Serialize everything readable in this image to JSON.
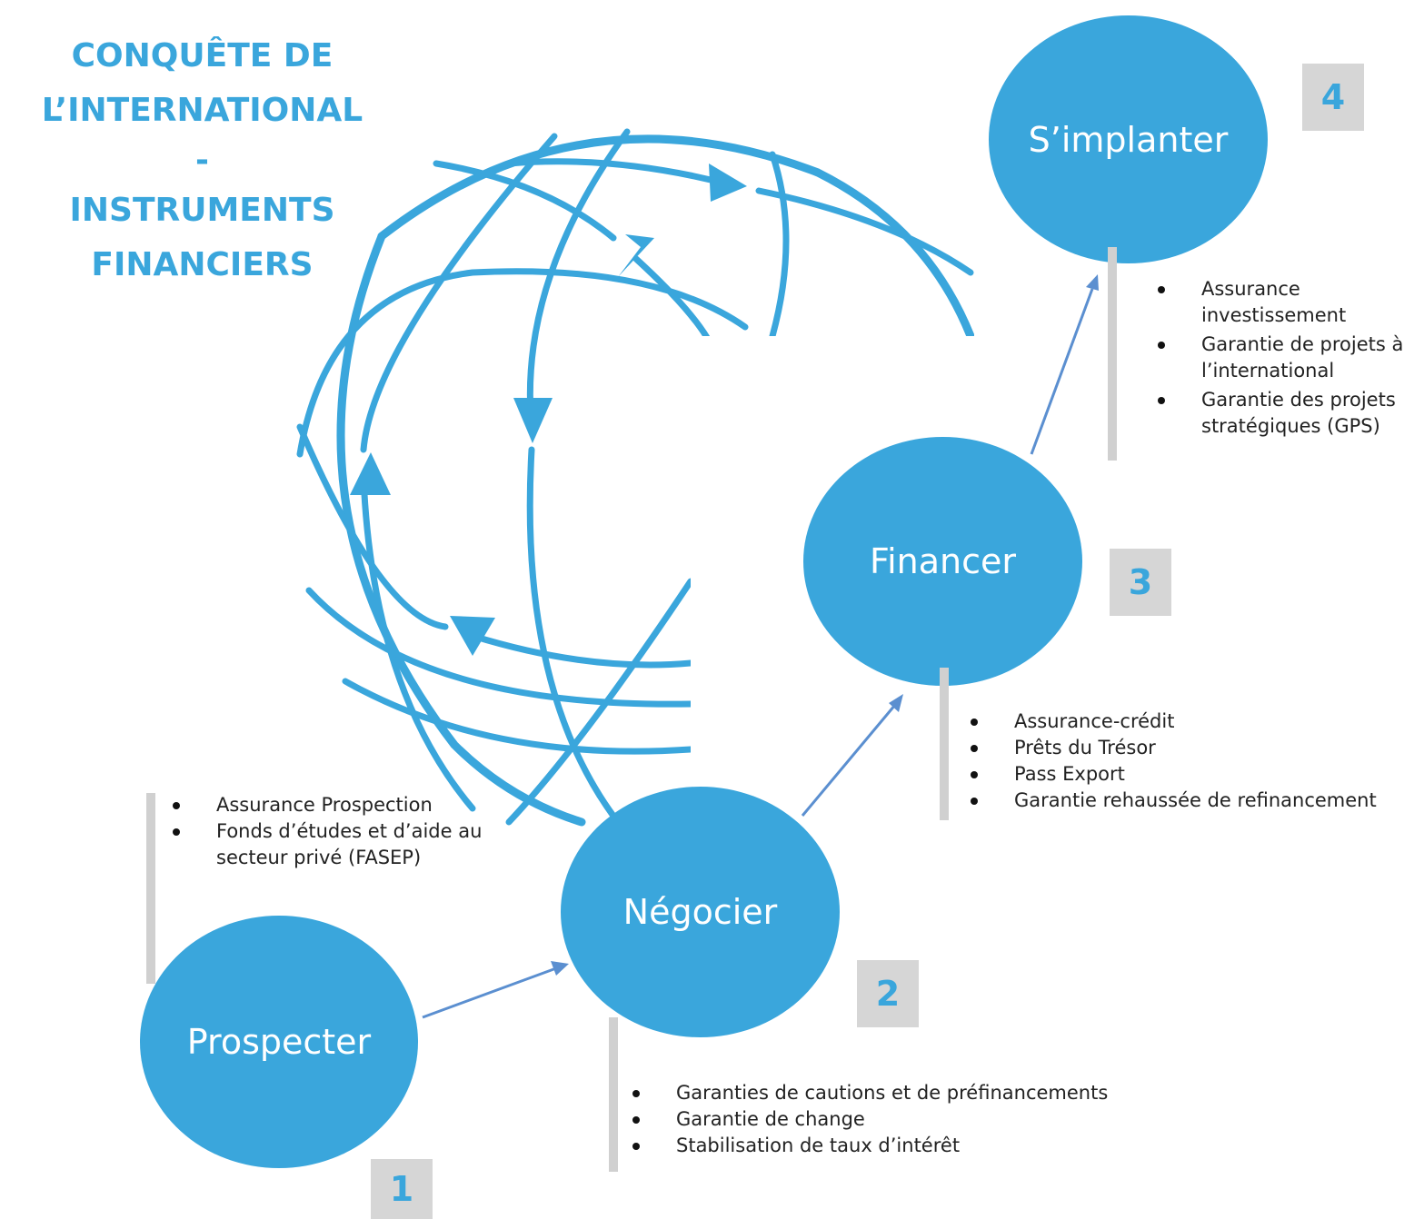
{
  "title": {
    "line1": "CONQUÊTE DE",
    "line2": "L’INTERNATIONAL",
    "separator": "-",
    "line3": "INSTRUMENTS",
    "line4": "FINANCIERS"
  },
  "colors": {
    "accent": "#3aa6dc",
    "number_box": "#d6d6d6",
    "bar": "#d0d0d0",
    "connector": "#5b8fd0"
  },
  "steps": [
    {
      "number": "1",
      "label": "Prospecter",
      "items": [
        "Assurance Prospection",
        "Fonds d’études et d’aide au secteur privé (FASEP)"
      ]
    },
    {
      "number": "2",
      "label": "Négocier",
      "items": [
        "Garanties de cautions et de préfinancements",
        "Garantie de change",
        "Stabilisation de taux d’intérêt"
      ]
    },
    {
      "number": "3",
      "label": "Financer",
      "items": [
        "Assurance-crédit",
        "Prêts du Trésor",
        "Pass Export",
        "Garantie rehaussée de refinancement"
      ]
    },
    {
      "number": "4",
      "label": "S’implanter",
      "items": [
        "Assurance investissement",
        "Garantie de projets à l’international",
        "Garantie des projets stratégiques (GPS)"
      ]
    }
  ]
}
